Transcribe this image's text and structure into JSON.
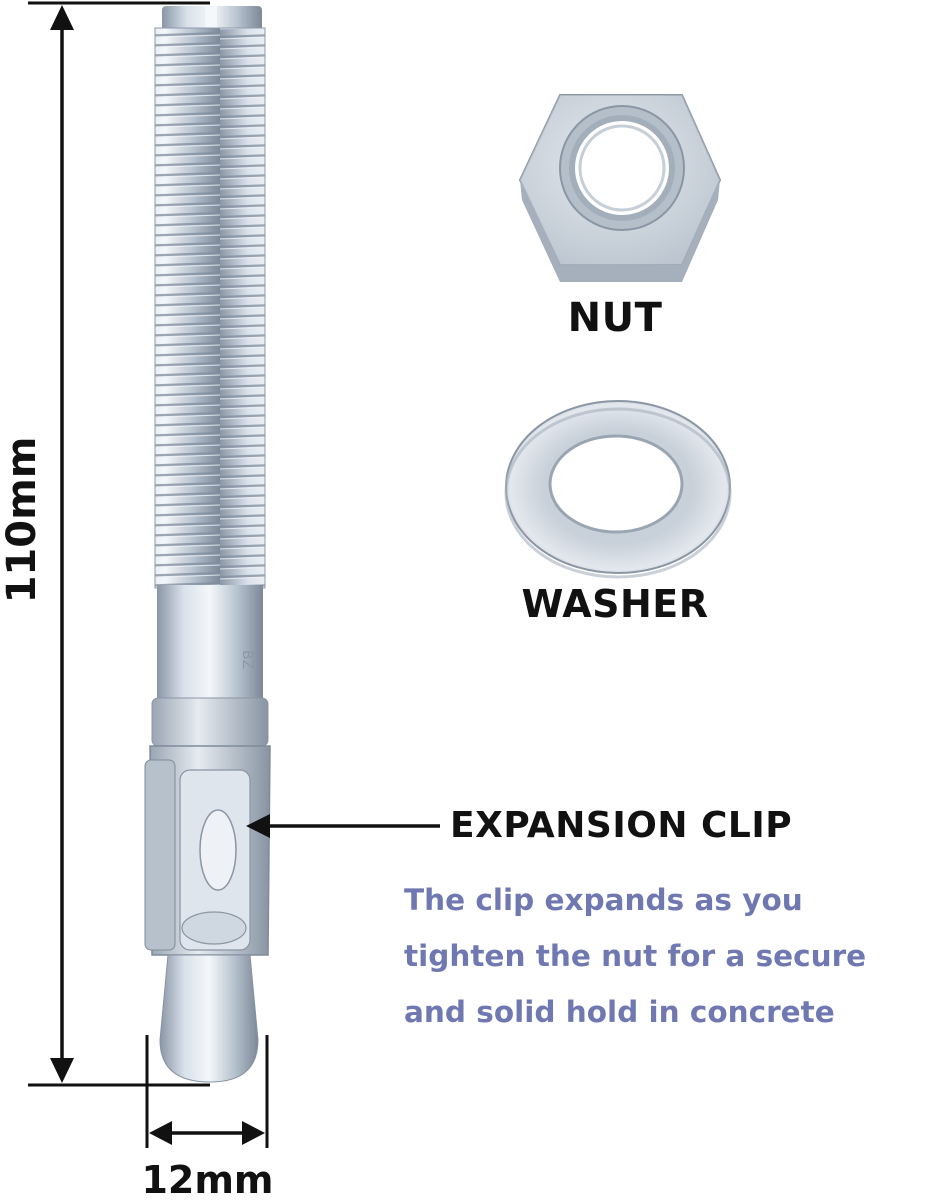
{
  "labels": {
    "nut": "NUT",
    "washer": "WASHER",
    "clip": "EXPANSION CLIP",
    "clip_description": "The clip expands as you tighten the nut for a secure and solid hold in concrete",
    "length": "110mm",
    "width": "12mm"
  },
  "colors": {
    "description_text": "#6f78b0",
    "label_text": "#111111",
    "metal": "#c3ccd6"
  }
}
